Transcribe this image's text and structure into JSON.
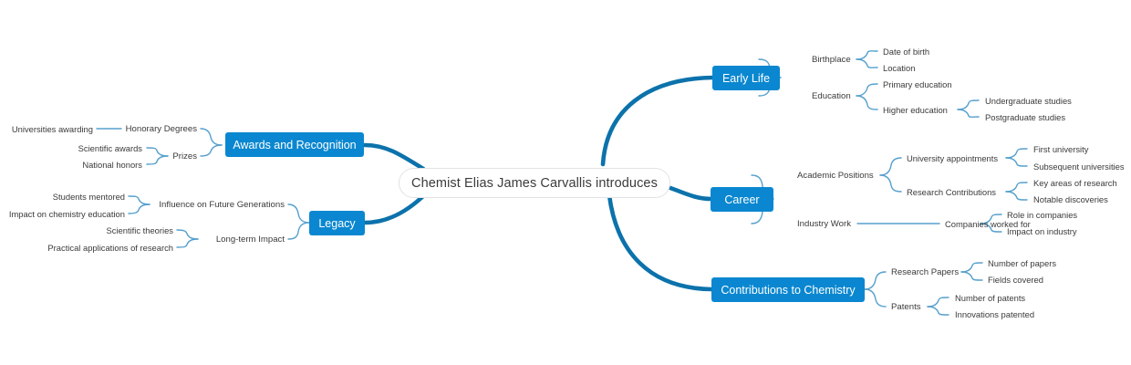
{
  "theme": {
    "background": "#ffffff",
    "root_fill": "#ffffff",
    "root_border": "#e2e2e2",
    "root_text": "#3b3b3b",
    "node_fill": "#0a87d0",
    "node_text": "#ffffff",
    "main_branch_stroke": "#0c72ab",
    "sub_branch_stroke": "#56a0cd",
    "leaf_text": "#3a3a3a"
  },
  "root": {
    "label": "Chemist Elias James Carvallis introduces"
  },
  "branches": [
    {
      "id": "early-life",
      "label": "Early Life",
      "side": "right",
      "children": [
        {
          "label": "Birthplace",
          "children": [
            {
              "label": "Date of birth"
            },
            {
              "label": "Location"
            }
          ]
        },
        {
          "label": "Education",
          "children": [
            {
              "label": "Primary education"
            },
            {
              "label": "Higher education",
              "children": [
                {
                  "label": "Undergraduate studies"
                },
                {
                  "label": "Postgraduate studies"
                }
              ]
            }
          ]
        }
      ]
    },
    {
      "id": "career",
      "label": "Career",
      "side": "right",
      "children": [
        {
          "label": "Academic Positions",
          "children": [
            {
              "label": "University appointments",
              "children": [
                {
                  "label": "First university"
                },
                {
                  "label": "Subsequent universities"
                }
              ]
            },
            {
              "label": "Research Contributions",
              "children": [
                {
                  "label": "Key areas of research"
                },
                {
                  "label": "Notable discoveries"
                }
              ]
            }
          ]
        },
        {
          "label": "Industry Work",
          "children": [
            {
              "label": "Companies worked for",
              "children": [
                {
                  "label": "Role in companies"
                },
                {
                  "label": "Impact on industry"
                }
              ]
            }
          ]
        }
      ]
    },
    {
      "id": "contributions-to-chemistry",
      "label": "Contributions to Chemistry",
      "side": "right",
      "children": [
        {
          "label": "Research Papers",
          "children": [
            {
              "label": "Number of papers"
            },
            {
              "label": "Fields covered"
            }
          ]
        },
        {
          "label": "Patents",
          "children": [
            {
              "label": "Number of patents"
            },
            {
              "label": "Innovations patented"
            }
          ]
        }
      ]
    },
    {
      "id": "awards-and-recognition",
      "label": "Awards and Recognition",
      "side": "left",
      "children": [
        {
          "label": "Honorary Degrees",
          "children": [
            {
              "label": "Universities awarding"
            }
          ]
        },
        {
          "label": "Prizes",
          "children": [
            {
              "label": "Scientific awards"
            },
            {
              "label": "National honors"
            }
          ]
        }
      ]
    },
    {
      "id": "legacy",
      "label": "Legacy",
      "side": "left",
      "children": [
        {
          "label": "Influence on Future Generations",
          "children": [
            {
              "label": "Students mentored"
            },
            {
              "label": "Impact on chemistry education"
            }
          ]
        },
        {
          "label": "Long-term Impact",
          "children": [
            {
              "label": "Scientific theories"
            },
            {
              "label": "Practical applications of research"
            }
          ]
        }
      ]
    }
  ]
}
